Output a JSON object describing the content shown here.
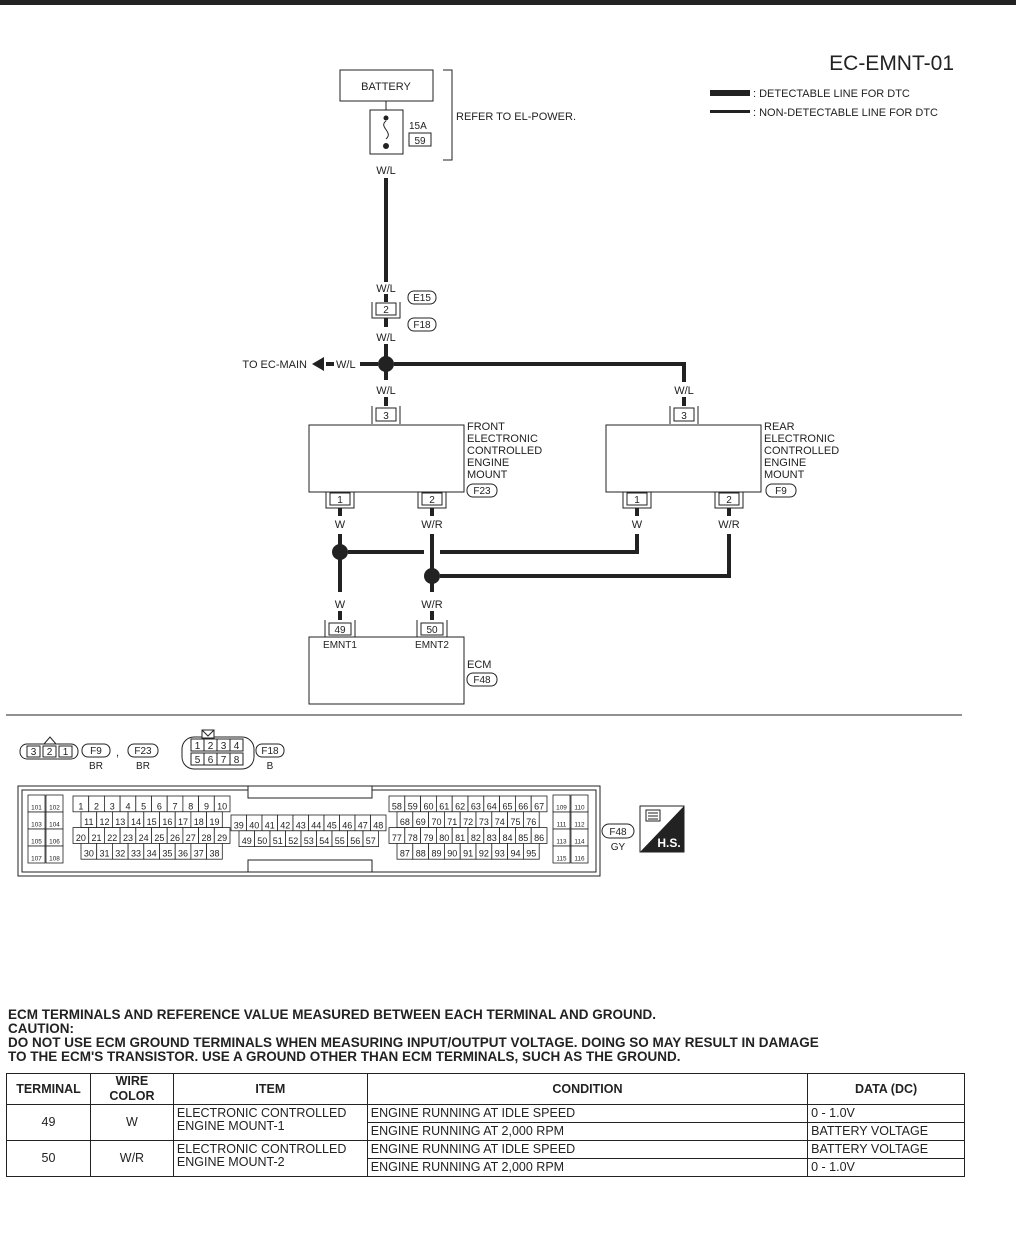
{
  "diagram_id": "EC-EMNT-01",
  "legend": {
    "detectable": ": DETECTABLE LINE FOR DTC",
    "non_detectable": ": NON-DETECTABLE LINE FOR DTC"
  },
  "battery": {
    "label": "BATTERY",
    "fuse_amp": "15A",
    "fuse_no": "59",
    "refer": "REFER TO EL-POWER."
  },
  "wires": {
    "wl": "W/L",
    "w": "W",
    "wr": "W/R"
  },
  "joint": {
    "pin": "2",
    "conn_top": "E15",
    "conn_bottom": "F18"
  },
  "to_main": "TO EC-MAIN",
  "front_mount": {
    "lines": [
      "FRONT",
      "ELECTRONIC",
      "CONTROLLED",
      "ENGINE",
      "MOUNT"
    ],
    "connector": "F23",
    "pin_top": "3",
    "pin_left": "1",
    "pin_right": "2"
  },
  "rear_mount": {
    "lines": [
      "REAR",
      "ELECTRONIC",
      "CONTROLLED",
      "ENGINE",
      "MOUNT"
    ],
    "connector": "F9",
    "pin_top": "3",
    "pin_left": "1",
    "pin_right": "2"
  },
  "ecm": {
    "label": "ECM",
    "connector": "F48",
    "pin_a": "49",
    "pin_b": "50",
    "label_a": "EMNT1",
    "label_b": "EMNT2"
  },
  "connector_views": {
    "three_pin": [
      "3",
      "2",
      "1"
    ],
    "three_pin_conns": [
      {
        "name": "F9",
        "color": "BR"
      },
      {
        "name": "F23",
        "color": "BR"
      }
    ],
    "comma": ",",
    "eight_pin": [
      "1",
      "2",
      "3",
      "4",
      "5",
      "6",
      "7",
      "8"
    ],
    "eight_pin_conn": {
      "name": "F18",
      "color": "B"
    },
    "ecm_conn": {
      "name": "F48",
      "color": "GY"
    },
    "hs_badge": "H.S.",
    "ecm_pins": {
      "g1_col1": [
        "101",
        "103",
        "105",
        "107"
      ],
      "g1_col2": [
        "102",
        "104",
        "106",
        "108"
      ],
      "g2_rows": [
        [
          "1",
          "2",
          "3",
          "4",
          "5",
          "6",
          "7",
          "8",
          "9",
          "10"
        ],
        [
          "11",
          "12",
          "13",
          "14",
          "15",
          "16",
          "17",
          "18",
          "19"
        ],
        [
          "20",
          "21",
          "22",
          "23",
          "24",
          "25",
          "26",
          "27",
          "28",
          "29"
        ],
        [
          "30",
          "31",
          "32",
          "33",
          "34",
          "35",
          "36",
          "37",
          "38"
        ]
      ],
      "g3_rows": [
        [
          "39",
          "40",
          "41",
          "42",
          "43",
          "44",
          "45",
          "46",
          "47",
          "48"
        ],
        [
          "49",
          "50",
          "51",
          "52",
          "53",
          "54",
          "55",
          "56",
          "57"
        ]
      ],
      "g4_rows": [
        [
          "58",
          "59",
          "60",
          "61",
          "62",
          "63",
          "64",
          "65",
          "66",
          "67"
        ],
        [
          "68",
          "69",
          "70",
          "71",
          "72",
          "73",
          "74",
          "75",
          "76"
        ],
        [
          "77",
          "78",
          "79",
          "80",
          "81",
          "82",
          "83",
          "84",
          "85",
          "86"
        ],
        [
          "87",
          "88",
          "89",
          "90",
          "91",
          "92",
          "93",
          "94",
          "95"
        ]
      ],
      "g5_col1": [
        "109",
        "111",
        "113",
        "115"
      ],
      "g5_col2": [
        "110",
        "112",
        "114",
        "116"
      ]
    }
  },
  "notes": {
    "heading": "ECM TERMINALS AND REFERENCE VALUE MEASURED BETWEEN EACH TERMINAL AND GROUND.",
    "caution_label": "CAUTION:",
    "caution_1": "DO NOT USE ECM GROUND TERMINALS WHEN MEASURING INPUT/OUTPUT VOLTAGE. DOING SO MAY RESULT IN  DAMAGE",
    "caution_2": "TO THE  ECM'S TRANSISTOR. USE A GROUND OTHER THAN ECM TERMINALS, SUCH AS THE GROUND."
  },
  "table": {
    "headers": [
      "TERMINAL",
      "WIRE COLOR",
      "ITEM",
      "CONDITION",
      "DATA (DC)"
    ],
    "rows": [
      {
        "terminal": "49",
        "wire": "W",
        "item_1": "ELECTRONIC CONTROLLED",
        "item_2": "ENGINE MOUNT-1",
        "cond_1": "ENGINE RUNNING AT IDLE SPEED",
        "data_1": "0 - 1.0V",
        "cond_2": "ENGINE RUNNING AT 2,000 RPM",
        "data_2": "BATTERY VOLTAGE"
      },
      {
        "terminal": "50",
        "wire": "W/R",
        "item_1": "ELECTRONIC CONTROLLED",
        "item_2": "ENGINE MOUNT-2",
        "cond_1": "ENGINE RUNNING AT IDLE SPEED",
        "data_1": "BATTERY VOLTAGE",
        "cond_2": "ENGINE RUNNING AT 2,000 RPM",
        "data_2": "0 - 1.0V"
      }
    ]
  }
}
